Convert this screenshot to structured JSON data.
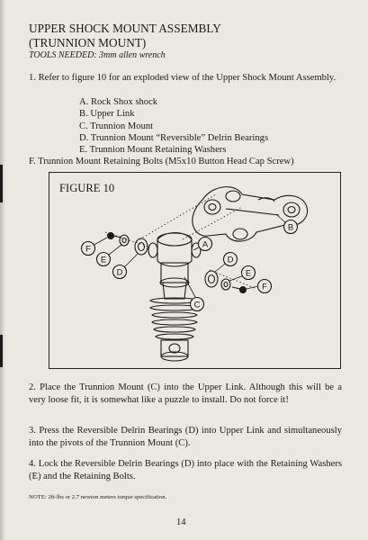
{
  "heading": {
    "line1": "UPPER  SHOCK MOUNT ASSEMBLY",
    "line2": "(TRUNNION MOUNT)",
    "tools": "TOOLS NEEDED: 3mm allen wrench"
  },
  "intro": "1. Refer to figure 10 for an exploded view of the Upper Shock Mount Assembly.",
  "parts": [
    "A. Rock Shox shock",
    "B. Upper Link",
    "C. Trunnion Mount",
    "D. Trunnion Mount “Reversible” Delrin Bearings",
    "E. Trunnion  Mount Retaining Washers"
  ],
  "part_f": "F. Trunnion Mount Retaining Bolts (M5x10 Button Head Cap Screw)",
  "figure": {
    "title": "FIGURE 10",
    "callouts": {
      "a": "A",
      "b": "B",
      "c": "C",
      "d": "D",
      "e": "E",
      "f": "F"
    }
  },
  "steps": [
    "2. Place the Trunnion Mount (C) into the Upper Link. Although this will be a very loose fit, it is somewhat like a puzzle to install. Do not force it!",
    "3. Press the Reversible Delrin Bearings (D) into Upper Link and simultaneously into the pivots of the Trunnion Mount (C).",
    "4. Lock the Reversible Delrin Bearings (D) into place with the Retaining Washers (E) and the Retaining Bolts."
  ],
  "note": "NOTE: 2ft-lbs or 2.7 newton meters torque specification.",
  "page_number": "14"
}
